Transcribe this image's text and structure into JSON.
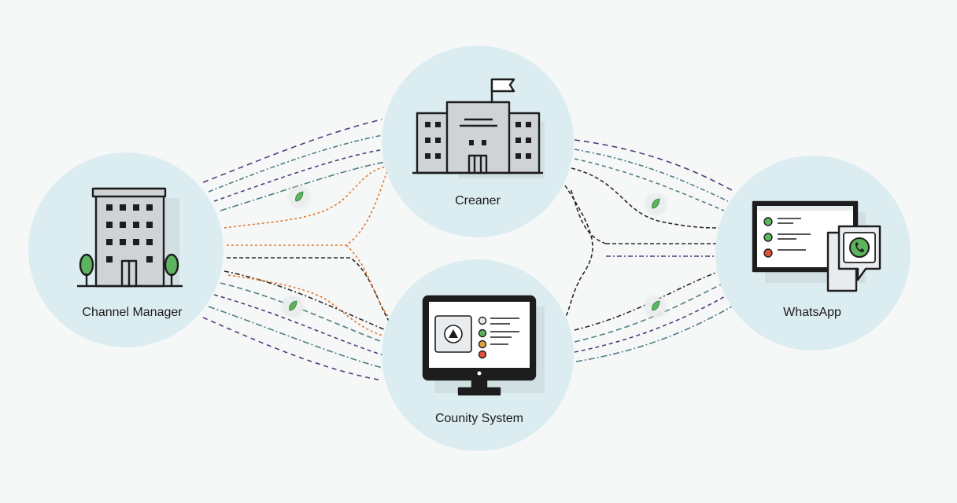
{
  "nodes": [
    {
      "id": "channel-manager",
      "label": "Channel Manager",
      "icon": "office-building-icon"
    },
    {
      "id": "creaner",
      "label": "Creaner",
      "icon": "government-building-icon"
    },
    {
      "id": "county-system",
      "label": "Counity System",
      "icon": "desktop-monitor-icon"
    },
    {
      "id": "whatsapp",
      "label": "WhatsApp",
      "icon": "chat-window-icon"
    }
  ],
  "colors": {
    "background": "#f6f8f8",
    "node_fill": "#dcedf1",
    "node_shadow": "#c9d6da",
    "line_purple": "#4f3f7a",
    "line_teal": "#4f7d86",
    "line_orange": "#e07a33",
    "line_dark": "#2a2a2a",
    "accent_green": "#5db45f",
    "accent_red": "#e0523a",
    "icon_fill": "#cfd3d6",
    "icon_stroke": "#1d1d1d"
  }
}
